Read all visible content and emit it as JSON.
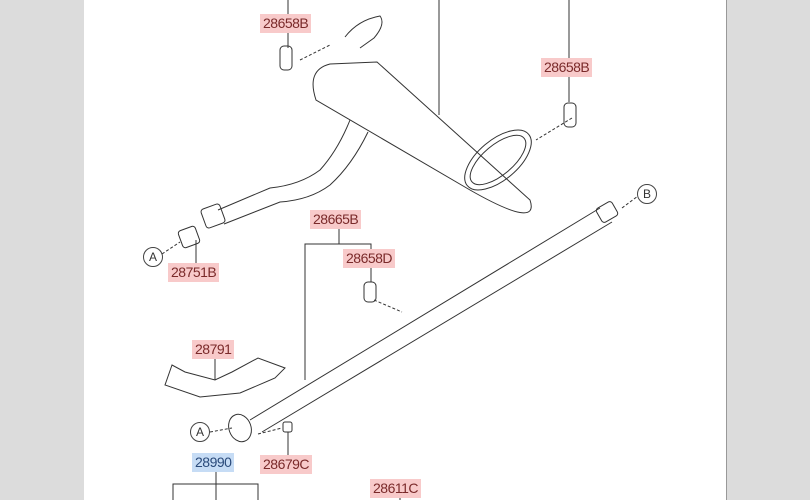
{
  "diagram": {
    "part_labels": [
      {
        "code": "28658B",
        "highlight": "pink"
      },
      {
        "code": "28658B",
        "highlight": "pink"
      },
      {
        "code": "28665B",
        "highlight": "pink"
      },
      {
        "code": "28658D",
        "highlight": "pink"
      },
      {
        "code": "28751B",
        "highlight": "pink"
      },
      {
        "code": "28791",
        "highlight": "pink"
      },
      {
        "code": "28990",
        "highlight": "blue"
      },
      {
        "code": "28679C",
        "highlight": "pink"
      },
      {
        "code": "28611C",
        "highlight": "pink"
      }
    ],
    "reference_markers": [
      "A",
      "A",
      "B"
    ],
    "colors": {
      "label_pink": "#f8caca",
      "label_blue": "#c6dcf5",
      "margin": "#dcdcdc",
      "line": "#333333"
    }
  }
}
